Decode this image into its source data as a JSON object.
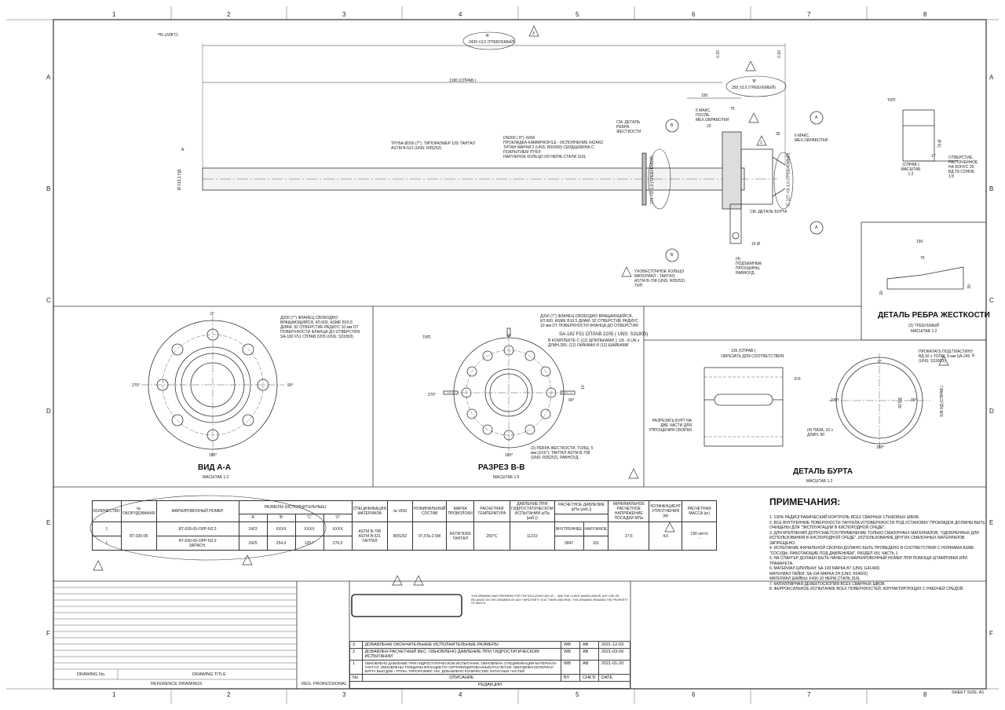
{
  "grid": {
    "columns": [
      "1",
      "2",
      "3",
      "4",
      "5",
      "6",
      "7",
      "8"
    ],
    "rows": [
      "A",
      "B",
      "C",
      "D",
      "E",
      "F"
    ]
  },
  "header": {
    "client_no": "CLIENT No."
  },
  "main_view": {
    "dim_a": "'A'",
    "dim_a_value": "2430 ±3,0  (ТРЕБУЕМЫЙ)",
    "dim_overall": "2180  (СПРАВ.)",
    "dim_b": "'B'",
    "dim_b_value": "250 ±3,0  (ТРЕБУЕМЫЙ)",
    "dim_150": "150",
    "dim_75": "75",
    "dim_020a": "0.20",
    "dim_020b": "0.20",
    "tube_note": "ТРУБА Ø200 (7\"), ТИПОРАЗМЕР 10S\nТАНТАЛ ASTM B-521 (UNS: R05252)",
    "gasket_note": "DN200 ( 8\")  -600#\nПРОКЛАДКА KAMMPROFILE - ИСПОЛНЕНИЕ 642AR2\nТИТАН МАРКИ 2 (UNS: R50400) СЕРДЦЕВИНА С ПОКРЫТИЕМ ПТФЭ\nНАРУЖНОЕ КОЛЬЦО ИЗ НЕРЖ.СТАЛИ 316L",
    "see_rib": "СМ. ДЕТАЛЬ РЕБРА ЖЕСТКОСТИ",
    "see_collar": "СМ. ДЕТАЛЬ БУРТА",
    "machining_note": "6 МАКС. ПОСЛЕ МЕХ.ОБРАБОТКИ",
    "machining_note2": "6 МАКС. МЕХ.ОБРАБОТКИ",
    "ring_note": "УХОВЕСТОЧНОЕ КОЛЬЦО МАТЕРИАЛ - ТАНТАЛ, ASTM B-708 (UNS: R05252) ТИП.",
    "ribs_note": "(4) ПОДЪЕМНЫЕ ПРОУШИНЫ, РАВНОУД.",
    "dia_left": "Ø 219,1 НД",
    "dia_flange": "270 +0/-1,0  (ТРЕБУЕМЫЙ)",
    "dia_c": "'C' 127 +0/-1,0 (ТРЕБУЕМЫЙ)",
    "dim_35": "35",
    "dim_23": "23",
    "dim_16": "16 Ø",
    "typ": "ТИП.",
    "detail_top": "(СПРАВ.) МАСШТАБ 1:2",
    "detail_top_note": "ОТВЕРСТИЕ, РАСТОЧЕННОЕ НА КОНУС 20 ВД.Т8 СОНОЕ 1:8",
    "dim_17": "17",
    "dim_78": "78 Ø",
    "label_a": "A",
    "label_b": "B",
    "rev3": "3",
    "rev1": "1"
  },
  "rib_detail": {
    "title": "ДЕТАЛЬ РЕБРА ЖЕСТКОСТИ",
    "subtitle": "(3) ТРЕБУЕМЫЙ",
    "scale": "МАСШТАБ 1:2",
    "dim_150": "150",
    "dim_75": "75",
    "dim_20": "20",
    "dim_30": "30"
  },
  "view_aa": {
    "title": "ВИД A-A",
    "scale": "МАСШТАБ 1:2",
    "note": "Д200 (7\") ФЛАНЕЦ СВОБОДНО ВРАЩАЮЩИЙСЯ, КЛ.600, ASME B16.5\nДИАМ. 92 ОТВЕРСТИЕ РАДИУС 10 мм ОТ ПОВЕРХНОСТИ ФЛАНЦА ДО ОТВЕРСТИЯ\nSA-182 F51 СПЛАВ 2205 (UNS: S31803)",
    "a0": "0°",
    "a90": "90°",
    "a180": "180°",
    "a270": "270°"
  },
  "section_bb": {
    "title": "РАЗРЕЗ B-B",
    "scale": "МАСШТАБ 1:5",
    "note": "Д200 (7\") ФЛАНЕЦ СВОБОДНО ВРАЩАЮЩИЙСЯ, КЛ.600, ASME B16.5\nДИАМ. 92 ОТВЕРСТИЕ РАДИУС 10 мм ОТ ПОВЕРХНОСТИ ФЛАНЦА ДО ОТВЕРСТИЯ",
    "material": "SA-182 F51 СПЛАВ  2205  ( UNS: S31803)",
    "bolts": "В КОМПЛЕКТЕ С (12) ШПИЛЬКАМИ 1 1/8 - 8 UN x ДЛИН.280, (12) ГАЙКАМИ И (12) ШАЙБАМИ",
    "rib_note": "(3) РЕБРА ЖЕСТКОСТИ, ТОЛЩ. 5 мм (3/16\"), ТАНТАЛ ASTM B-708 (UNS: R05252), РАВНОУД.",
    "typ": "ТИП.",
    "dim_10": "10",
    "a0": "0°",
    "a90": "90°",
    "a180": "180°",
    "a270": "270°"
  },
  "collar_detail": {
    "title": "ДЕТАЛЬ БУРТА",
    "scale": "МАСШТАБ 1:2",
    "dim_135": "135 (СПРАВ.)",
    "trim": "ОБРЕЗАТЬ ДЛЯ СООТВЕТСТВИЯ",
    "r8": "8 R",
    "cut_note": "РАЗРЕЗАТЬ БУРТ НА ДВЕ ЧАСТИ ДЛЯ УПРОЩЕНИЯ СБОРКИ",
    "slot_note": "(4) ПАЗА, 10 x ДЛИН. 90",
    "roll_note": "ПРОКАТАТЬ ПОД ПЛАСТИНУ ВД 92 x ТОЛЩ. 8 мм SA-240 (UNS: S31803)",
    "id": "92 ВД",
    "od": "108 НД (СПРАВ.)",
    "a0": "0°",
    "a90": "90°",
    "a180": "180°",
    "a270": "270°",
    "letter_e": "E"
  },
  "bom_table": {
    "headers": [
      "КОЛИЧЕСТВО",
      "№ ОБОРУДОВАНИЯ",
      "МАРКИРОВОЧНЫЙ НОМЕР",
      "РАЗМЕРЫ (ИСПОЛНИТЕЛЬНЫЕ)",
      "СПЕЦИФИКАЦИЯ МАТЕРИАЛА",
      "№ UNS",
      "НОМИНАЛЬНЫЙ СОСТАВ",
      "МАРКА ПРОВОЛОКИ",
      "РАСЧЕТНАЯ ТЕМПЕРАТУРА",
      "ДАВЛЕНИЕ ПРИ ГИДРОСТАТИЧЕСКОМ ИСПЫТАНИИ (кПа (изб.))",
      "РАСЧЕТНОЕ ДАВЛЕНИЕ (кПа (изб.))",
      "МИНИМАЛЬНОЕ РАСЧЕТНОЕ НАПРЯЖЕНИЕ ПОСАДКИ МПа",
      "КОЭФФИЦИЕНТ УПЛОТНЕНИЯ (м)",
      "РАСЧЕТНАЯ МАССА (кг)"
    ],
    "sub_dims": [
      "'A'",
      "'B'",
      "'C'",
      "'D'"
    ],
    "sub_pressure": [
      "ВНУТРЕННЕЕ",
      "НАРУЖНОЕ"
    ],
    "mass_dash": "-",
    "rows": [
      {
        "qty": "1",
        "equip": "RT-030-05",
        "mark": "RT-030-05-OPP-N3.3",
        "a": "2423",
        "b": "XXXX",
        "c": "XXXX",
        "d": "XXXX"
      },
      {
        "qty": "1",
        "mark": "RT-030-05-OPP-N3.3",
        "mark_sub": "ЗАПАСН.",
        "a": "2425",
        "b": "254,4",
        "c": "125,7",
        "d": "270,0"
      }
    ],
    "spec": "ASTM B-708\nASTM B-521",
    "spec_sub": "ТАНТАЛ",
    "uns": "R05252",
    "composition": "97,5Ta-2,5W",
    "wire": "ASTM B365",
    "wire_sub": "ТАНТАЛ",
    "temp": "250°C",
    "hydro": "11210",
    "internal": "5847",
    "external": "101",
    "stress": "27,6",
    "factor": "4,0",
    "mass": "190",
    "mass_unit": "нетто"
  },
  "notes": {
    "title": "ПРИМЕЧАНИЯ:",
    "items": [
      "1. 100% РАДИОГРАФИЧЕСКИЙ КОНТРОЛЬ ВСЕХ СВАРНЫХ СТЫКОВЫХ ШВОВ.",
      "2. ВСЕ ВНУТРЕННИЕ ПОВЕРХНОСТИ ТАНТАЛА И ПОВЕРХНОСТИ ПОД УСТАНОВКУ ПРОКЛАДОК ДОЛЖНЫ БЫТЬ ОЧИЩЕНЫ ДЛЯ \"ЭКСПЛУАТАЦИИ В КИСЛОРОДНОЙ СРЕДЕ\".",
      "3. ДЛЯ КРЕПЛЕНИЙ ДОПУСКАЕТСЯ ПРИМЕНЕНИЕ ТОЛЬКО СМАЗОЧНЫХ МАТЕРИАЛОВ, \"ОДОБРЕННЫХ ДЛЯ ИСПОЛЬЗОВАНИЯ В КИСЛОРОДНОЙ СРЕДЕ\". ИСПОЛЬЗОВАНИЕ ДРУГИХ СМАЗОЧНЫХ МАТЕРИАЛОВ ЗАПРЕЩЕНО.",
      "4. ИСПЫТАНИЕ ФИНАЛЬНОЙ СБОРКИ ДОЛЖНО БЫТЬ ПРОВЕДЕНО  В СООТВЕТСТВИИ С НОРМАМИ ASME \"СОСУДЫ, РАБОТАЮЩИЕ ПОД ДАВЛЕНИЕМ\", РАЗДЕЛ VIII, ЧАСТЬ 1.",
      "5. НА СПАРГЕР ДОЛЖЕН БЫТЬ НАНЕСЕН МАРКИРОВОЧНЫЙ НОМЕР ПРИ ПОМОЩИ ШТАМПОВКИ ИЛИ ТРАФАРЕТА.",
      "6. МАТЕРИАЛ ШПИЛЬКИ: SA-193 МАРКА B7 (UNS: G41400)",
      "МАТЕРИАЛ ГАЙКИ: SA-194 МАРКА 2H (UNS: K04002)",
      "МАТЕРИАЛ ШАЙБЫ: F436-10 НЕРЖ.СТАЛЬ 316L",
      "7. КАПИЛЛЯРНАЯ ДЕФЕКТОСКОПИЯ ВСЕХ СВАРНЫХ ШВОВ.",
      "8. ФЕРРОКСИЛЬНОЕ ИСПЫТАНИЕ ВСЕХ ПОВЕРХНОСТЕЙ, КОНТАКТИРУЮЩИХ С РАБОЧЕЙ СРЕДОЙ."
    ]
  },
  "title_block": {
    "drawing_no": "DRAWING No.",
    "drawing_title": "DRAWING TITLE",
    "reference_drawings": "REFERENCE DRAWINGS",
    "reg_professional": "REG. PROFESSIONAL",
    "disclaimer": "THIS DRAWING WAS PREPARED FOR THE EXCLUSIVE USE OF ... AND THE CLIENT NAMED ABOVE. ANY USE OR RELIANCE ON THIS DRAWING BY ANY THIRD PARTY IS AT THEIR OWN RISK. THIS DRAWING REMAINS THE PROPERTY OF WATCH.",
    "sheet_size": "SHEET SIZE: A1"
  },
  "revisions": {
    "rows": [
      {
        "no": "3",
        "desc": "ДОБАВЛЕНЫ ОКОНЧАТЕЛЬНЫЕ ИСПОЛНИТЕЛЬНЫЕ РАЗМЕРЫ",
        "by": "WB",
        "chkd": "AB",
        "date": "2021-12-03"
      },
      {
        "no": "2",
        "desc": "ДОБАВЛЕН РАСЧЕТНЫЙ ВЕС. ОБНОВЛЕНО ДАВЛЕНИЕ ПРИ ГИДРОСТАТИЧЕСКОМ ИСПЫТАНИИ",
        "by": "WB",
        "chkd": "AB",
        "date": "2021-03-09"
      },
      {
        "no": "1",
        "desc": "ОБНОВЛЕНО ДАВЛЕНИЕ ПРИ ГИДРОСТАТИЧЕСКОМ ИСПЫТАНИИ. ОБНОВЛЕНА СПЕЦИФИКАЦИЯ МАТЕРИАЛА ТАНТАЛ. ОБНОВЛЕНЫ ТОЛЩИНЫ ФЛАНЦЕВ ПО СЕРТИФИЦИРОВАННЫМ РАСЧЕТАМ. ОБНОВЛЕН МАТЕРИАЛ БУРТА БЫЛ Д/90 - ТРУБА ТИПОРАЗМЕР 10S. ДОБАВЛЕНО КОЛИЧЕСТВО ЗАПАСНЫХ ЧАСТЕЙ",
        "by": "WB",
        "chkd": "AB",
        "date": "2021-01-20"
      }
    ],
    "h_no": "No.",
    "h_desc": "ОПИСАНИЕ",
    "h_by": "BY",
    "h_chkd": "CHK'D",
    "h_date": "DATE",
    "footer": "РЕДАКЦИИ"
  }
}
